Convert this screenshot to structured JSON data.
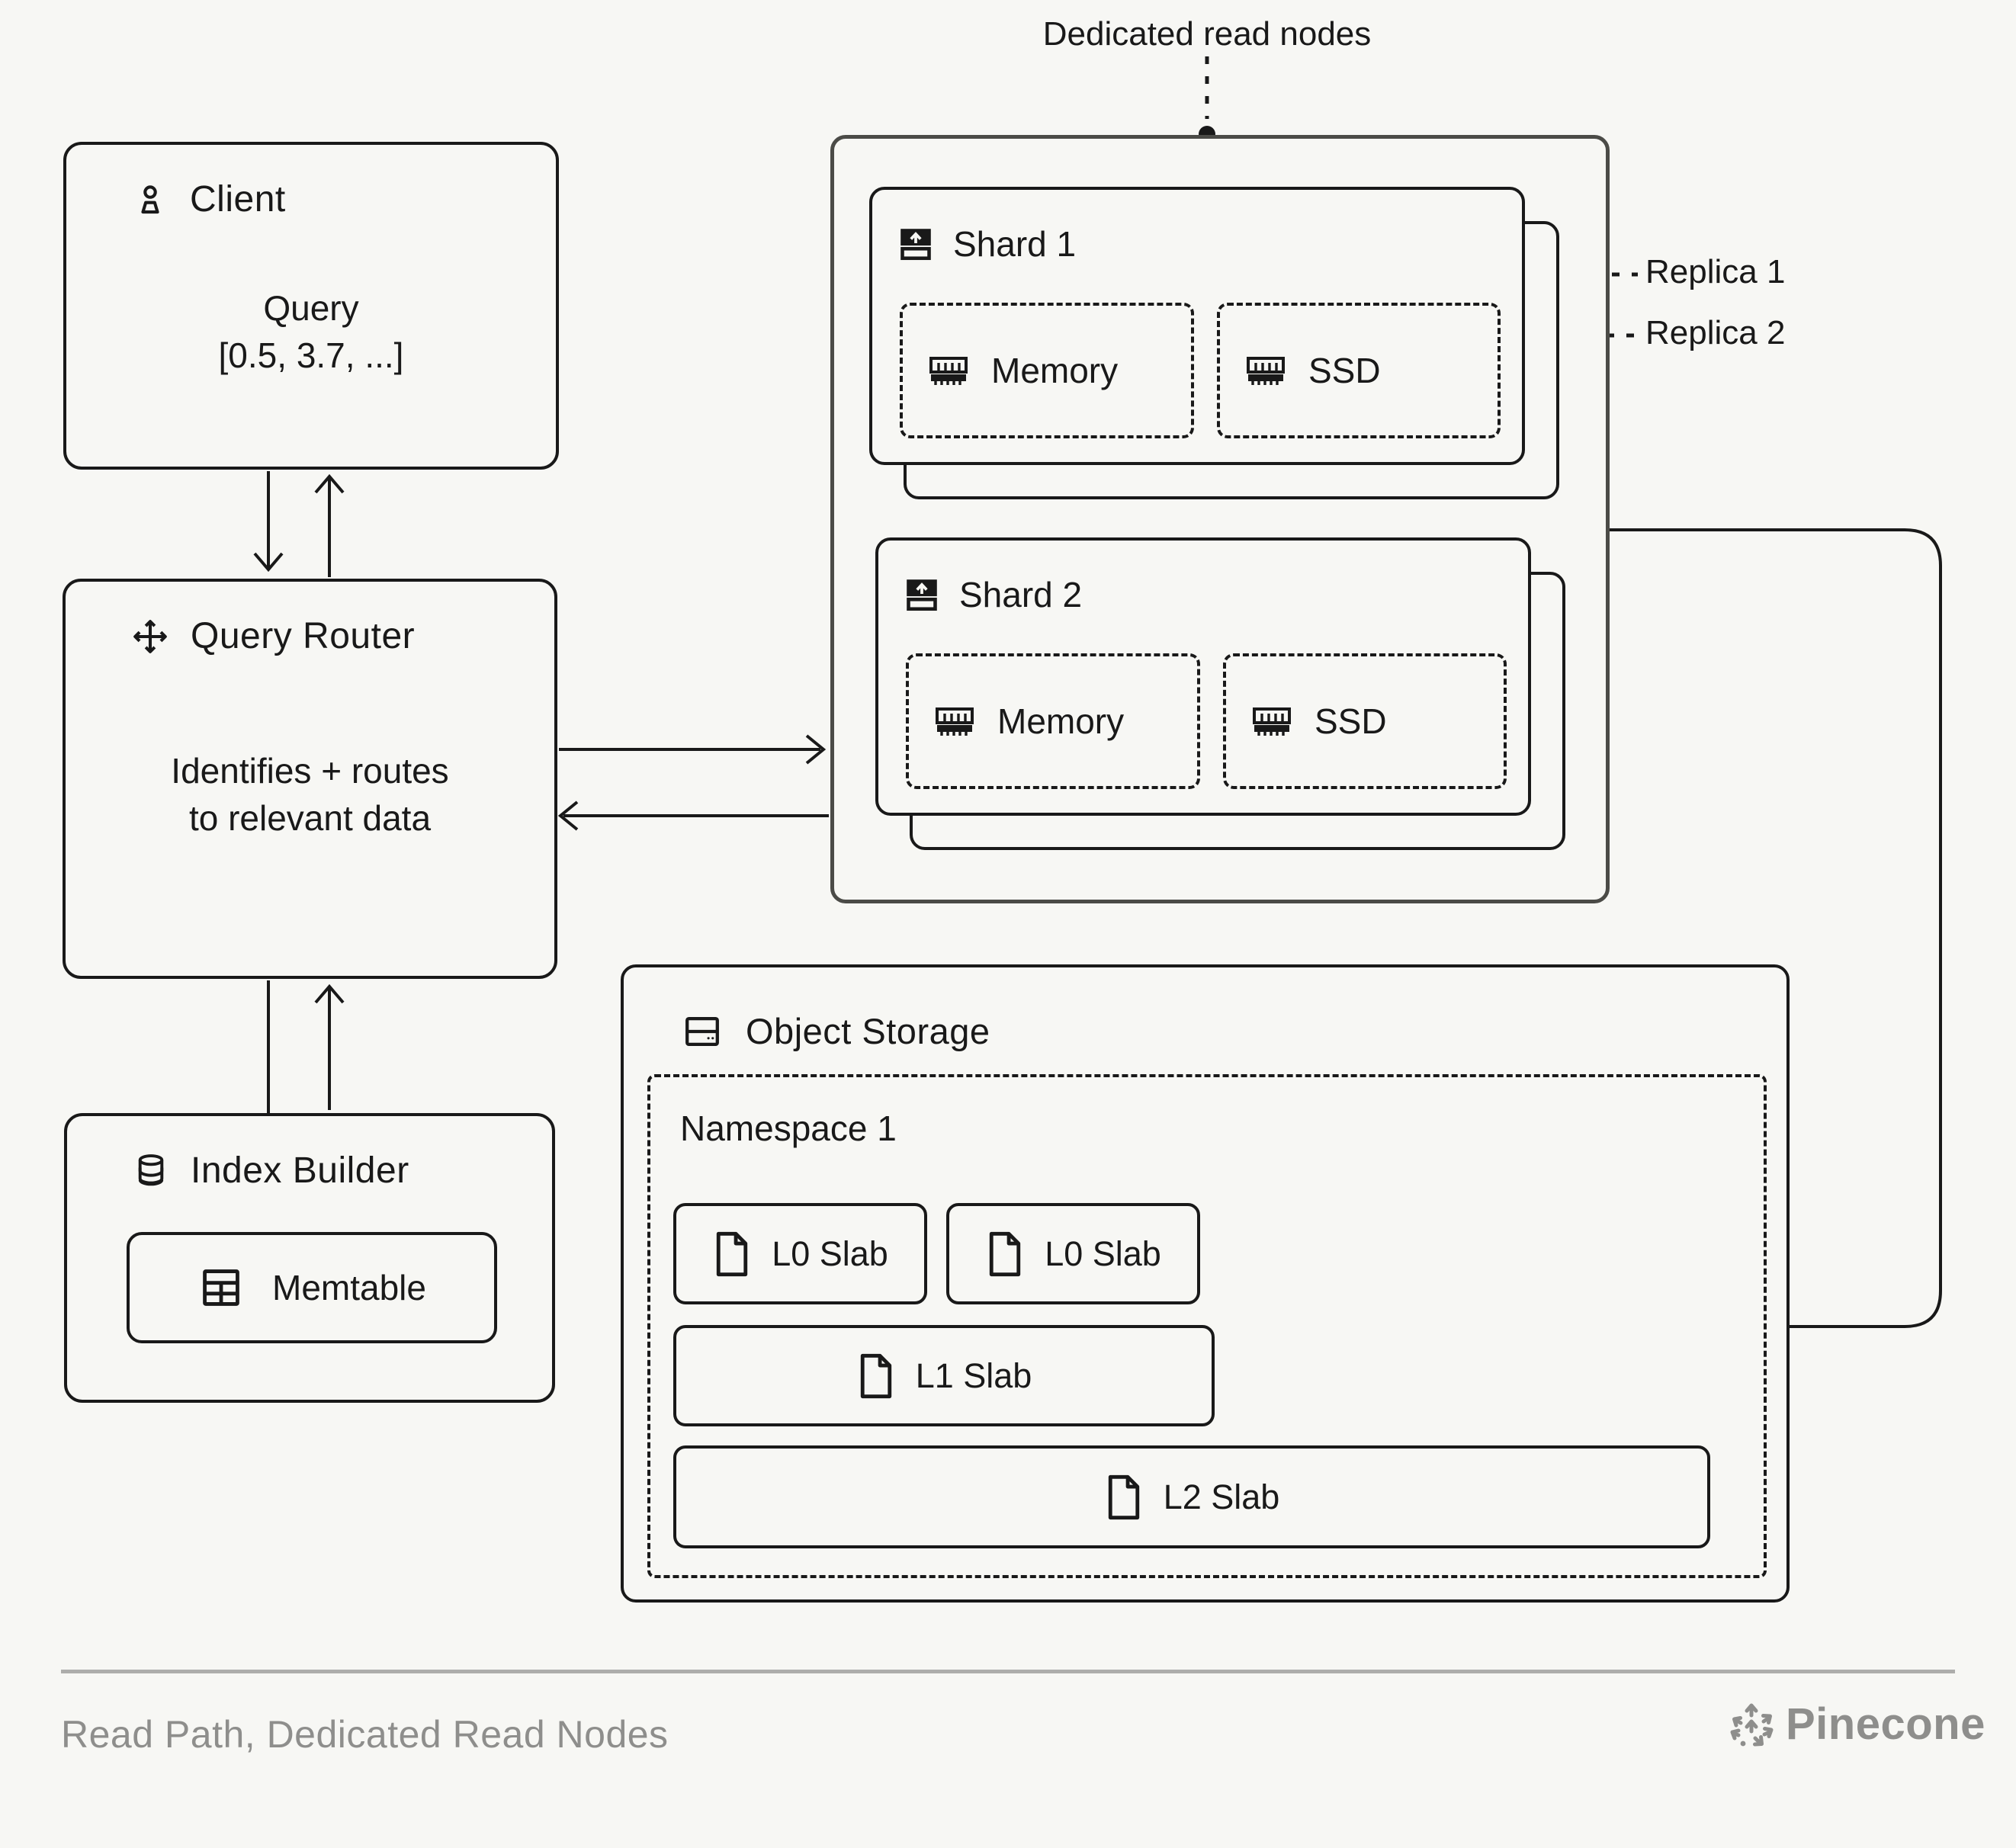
{
  "top_label": {
    "text": "Dedicated read nodes"
  },
  "client": {
    "title": "Client",
    "query_line1": "Query",
    "query_line2": "[0.5, 3.7, ...]"
  },
  "query_router": {
    "title": "Query Router",
    "desc_line1": "Identifies + routes",
    "desc_line2": "to relevant data"
  },
  "index_builder": {
    "title": "Index Builder",
    "memtable_label": "Memtable"
  },
  "read_nodes": {
    "shards": [
      {
        "title": "Shard 1",
        "memory_label": "Memory",
        "ssd_label": "SSD"
      },
      {
        "title": "Shard 2",
        "memory_label": "Memory",
        "ssd_label": "SSD"
      }
    ],
    "replicas": [
      {
        "label": "Replica 1"
      },
      {
        "label": "Replica 2"
      }
    ]
  },
  "object_storage": {
    "title": "Object Storage",
    "namespace": {
      "title": "Namespace 1",
      "slabs": [
        {
          "label": "L0 Slab"
        },
        {
          "label": "L0 Slab"
        },
        {
          "label": "L1 Slab"
        },
        {
          "label": "L2 Slab"
        }
      ]
    }
  },
  "footer": {
    "caption": "Read Path, Dedicated Read Nodes",
    "brand": "Pinecone"
  },
  "icons": {
    "client": "person-icon",
    "query_router": "move-arrows-icon",
    "index_builder": "database-icon",
    "memtable": "table-grid-icon",
    "shard": "upload-tray-icon",
    "memory": "ram-chip-icon",
    "ssd": "ram-chip-icon",
    "object_storage": "hard-drive-icon",
    "slab": "file-icon",
    "brand": "pinecone-mark-icon"
  },
  "colors": {
    "background": "#f7f7f4",
    "line": "#191919",
    "container_border": "#4b4b47",
    "muted_text": "#8e8e8c",
    "divider": "#adadab"
  }
}
